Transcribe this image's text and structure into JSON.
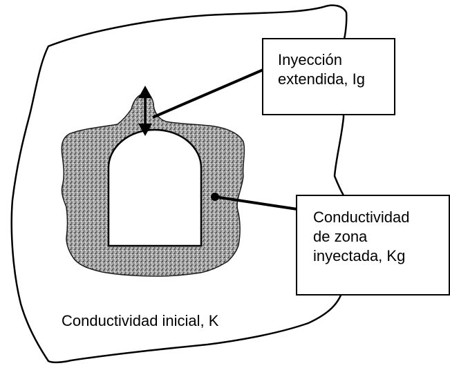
{
  "injection_label": {
    "line1": "Inyección",
    "line2": "extendida, Ig"
  },
  "grouted_zone_label": {
    "line1": "Conductividad",
    "line2": "de zona",
    "line3": "inyectada, Kg"
  },
  "initial_conductivity_label": "Conductividad inicial, K",
  "colors": {
    "ink": "#000000",
    "background": "#ffffff",
    "grout_fill": "#8f8f8f"
  }
}
